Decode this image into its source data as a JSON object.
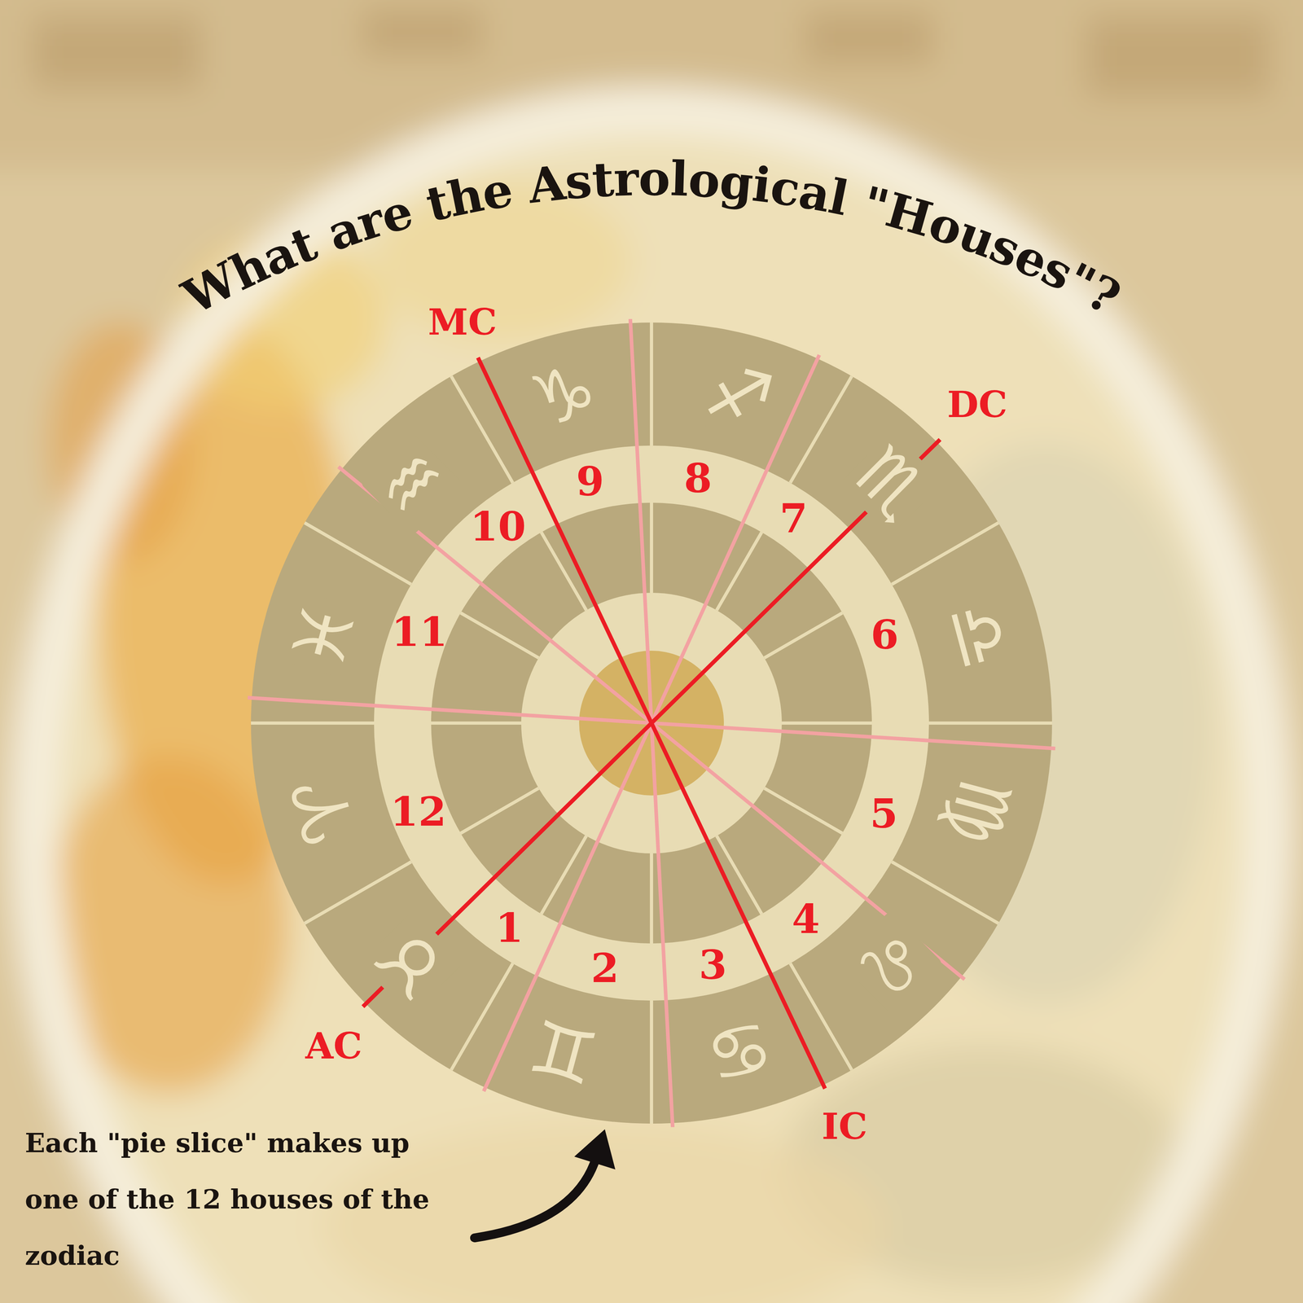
{
  "diagram": {
    "title": "What are the Astrological \"Houses\"?",
    "caption": "Each \"pie slice\" makes up one of the 12 houses of the zodiac",
    "labels": [
      "MC",
      "DC",
      "AC",
      "IC",
      "1",
      "2",
      "3",
      "4",
      "5",
      "6",
      "7",
      "8",
      "9",
      "10",
      "11",
      "12",
      "♈",
      "♉",
      "♊",
      "♋",
      "♌",
      "♍",
      "♎",
      "♏",
      "♐",
      "♑",
      "♒",
      "♓"
    ]
  }
}
